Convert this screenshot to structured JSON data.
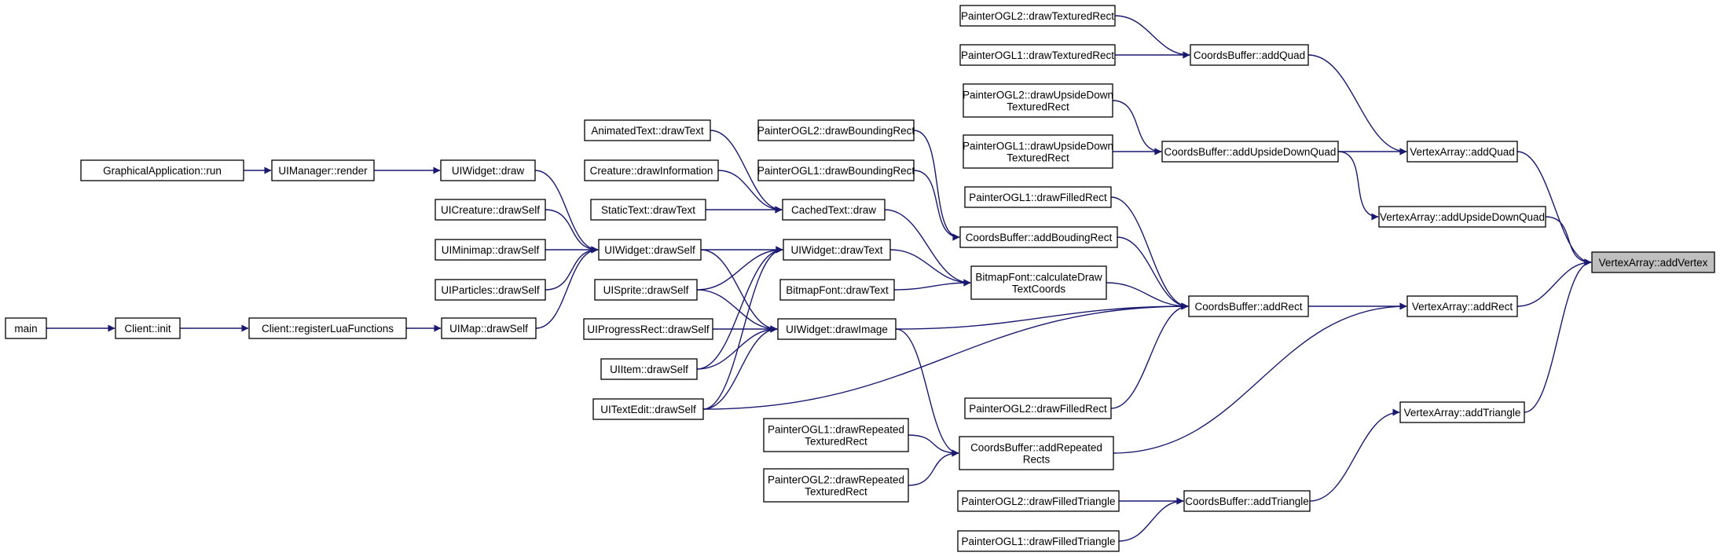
{
  "graph": {
    "colors": {
      "edge": "#191970",
      "node_border": "#000000",
      "highlight_fill": "#bfbfbf"
    },
    "nodes": {
      "main": [
        "main"
      ],
      "client_init": [
        "Client::init"
      ],
      "client_register": [
        "Client::registerLuaFunctions"
      ],
      "uimap_drawself": [
        "UIMap::drawSelf"
      ],
      "graphicalapp_run": [
        "GraphicalApplication::run"
      ],
      "uimanager_render": [
        "UIManager::render"
      ],
      "uiwidget_draw": [
        "UIWidget::draw"
      ],
      "uicreature_drawself": [
        "UICreature::drawSelf"
      ],
      "uiminimap_drawself": [
        "UIMinimap::drawSelf"
      ],
      "uiparticles_drawself": [
        "UIParticles::drawSelf"
      ],
      "uiwidget_drawself": [
        "UIWidget::drawSelf"
      ],
      "uisprite_drawself": [
        "UISprite::drawSelf"
      ],
      "uiprogressrect_drawself": [
        "UIProgressRect::drawSelf"
      ],
      "uiitem_drawself": [
        "UIItem::drawSelf"
      ],
      "uitextedit_drawself": [
        "UITextEdit::drawSelf"
      ],
      "animatedtext_drawtext": [
        "AnimatedText::drawText"
      ],
      "creature_drawinfo": [
        "Creature::drawInformation"
      ],
      "statictext_drawtext": [
        "StaticText::drawText"
      ],
      "uiwidget_drawtext": [
        "UIWidget::drawText"
      ],
      "bitmapfont_drawtext": [
        "BitmapFont::drawText"
      ],
      "uiwidget_drawimage": [
        "UIWidget::drawImage"
      ],
      "cachedtext_draw": [
        "CachedText::draw"
      ],
      "ogl2_drawboundingrect": [
        "PainterOGL2::drawBoundingRect"
      ],
      "ogl1_drawboundingrect": [
        "PainterOGL1::drawBoundingRect"
      ],
      "ogl1_drawrepeated": [
        "PainterOGL1::drawRepeated",
        "TexturedRect"
      ],
      "ogl2_drawrepeated": [
        "PainterOGL2::drawRepeated",
        "TexturedRect"
      ],
      "ogl2_drawtexturedrect": [
        "PainterOGL2::drawTexturedRect"
      ],
      "ogl1_drawtexturedrect": [
        "PainterOGL1::drawTexturedRect"
      ],
      "ogl2_drawupsidedown": [
        "PainterOGL2::drawUpsideDown",
        "TexturedRect"
      ],
      "ogl1_drawupsidedown": [
        "PainterOGL1::drawUpsideDown",
        "TexturedRect"
      ],
      "ogl1_drawfilledrect": [
        "PainterOGL1::drawFilledRect"
      ],
      "coordsbuffer_addboudingrect": [
        "CoordsBuffer::addBoudingRect"
      ],
      "bitmapfont_calculate": [
        "BitmapFont::calculateDraw",
        "TextCoords"
      ],
      "ogl2_drawfilledrect": [
        "PainterOGL2::drawFilledRect"
      ],
      "coordsbuffer_addrepeatedrects": [
        "CoordsBuffer::addRepeated",
        "Rects"
      ],
      "ogl2_drawfilledtriangle": [
        "PainterOGL2::drawFilledTriangle"
      ],
      "ogl1_drawfilledtriangle": [
        "PainterOGL1::drawFilledTriangle"
      ],
      "coordsbuffer_addquad": [
        "CoordsBuffer::addQuad"
      ],
      "coordsbuffer_addupsidedownquad": [
        "CoordsBuffer::addUpsideDownQuad"
      ],
      "coordsbuffer_addrect": [
        "CoordsBuffer::addRect"
      ],
      "coordsbuffer_addtriangle": [
        "CoordsBuffer::addTriangle"
      ],
      "vertexarray_addquad": [
        "VertexArray::addQuad"
      ],
      "vertexarray_addupsidedownquad": [
        "VertexArray::addUpsideDownQuad"
      ],
      "vertexarray_addrect": [
        "VertexArray::addRect"
      ],
      "vertexarray_addtriangle": [
        "VertexArray::addTriangle"
      ],
      "vertexarray_addvertex": [
        "VertexArray::addVertex"
      ]
    },
    "edges": [
      [
        "main",
        "client_init"
      ],
      [
        "client_init",
        "client_register"
      ],
      [
        "client_register",
        "uimap_drawself"
      ],
      [
        "graphicalapp_run",
        "uimanager_render"
      ],
      [
        "uimanager_render",
        "uiwidget_draw"
      ],
      [
        "uiwidget_draw",
        "uiwidget_drawself"
      ],
      [
        "uicreature_drawself",
        "uiwidget_drawself"
      ],
      [
        "uiminimap_drawself",
        "uiwidget_drawself"
      ],
      [
        "uiparticles_drawself",
        "uiwidget_drawself"
      ],
      [
        "uimap_drawself",
        "uiwidget_drawself"
      ],
      [
        "uiwidget_drawself",
        "uiwidget_drawtext"
      ],
      [
        "uiwidget_drawself",
        "uiwidget_drawimage"
      ],
      [
        "uisprite_drawself",
        "uiwidget_drawtext"
      ],
      [
        "uisprite_drawself",
        "uiwidget_drawimage"
      ],
      [
        "uiprogressrect_drawself",
        "uiwidget_drawimage"
      ],
      [
        "uiitem_drawself",
        "uiwidget_drawtext"
      ],
      [
        "uiitem_drawself",
        "uiwidget_drawimage"
      ],
      [
        "uitextedit_drawself",
        "uiwidget_drawtext"
      ],
      [
        "uitextedit_drawself",
        "uiwidget_drawimage"
      ],
      [
        "uitextedit_drawself",
        "coordsbuffer_addrect"
      ],
      [
        "animatedtext_drawtext",
        "cachedtext_draw"
      ],
      [
        "creature_drawinfo",
        "cachedtext_draw"
      ],
      [
        "statictext_drawtext",
        "cachedtext_draw"
      ],
      [
        "cachedtext_draw",
        "bitmapfont_calculate"
      ],
      [
        "uiwidget_drawtext",
        "bitmapfont_calculate"
      ],
      [
        "bitmapfont_drawtext",
        "bitmapfont_calculate"
      ],
      [
        "uiwidget_drawimage",
        "coordsbuffer_addrect"
      ],
      [
        "uiwidget_drawimage",
        "coordsbuffer_addrepeatedrects"
      ],
      [
        "ogl2_drawboundingrect",
        "coordsbuffer_addboudingrect"
      ],
      [
        "ogl1_drawboundingrect",
        "coordsbuffer_addboudingrect"
      ],
      [
        "ogl1_drawrepeated",
        "coordsbuffer_addrepeatedrects"
      ],
      [
        "ogl2_drawrepeated",
        "coordsbuffer_addrepeatedrects"
      ],
      [
        "ogl2_drawtexturedrect",
        "coordsbuffer_addquad"
      ],
      [
        "ogl1_drawtexturedrect",
        "coordsbuffer_addquad"
      ],
      [
        "ogl2_drawupsidedown",
        "coordsbuffer_addupsidedownquad"
      ],
      [
        "ogl1_drawupsidedown",
        "coordsbuffer_addupsidedownquad"
      ],
      [
        "ogl1_drawfilledrect",
        "coordsbuffer_addrect"
      ],
      [
        "coordsbuffer_addboudingrect",
        "coordsbuffer_addrect"
      ],
      [
        "bitmapfont_calculate",
        "coordsbuffer_addrect"
      ],
      [
        "ogl2_drawfilledrect",
        "coordsbuffer_addrect"
      ],
      [
        "coordsbuffer_addrepeatedrects",
        "vertexarray_addrect"
      ],
      [
        "ogl2_drawfilledtriangle",
        "coordsbuffer_addtriangle"
      ],
      [
        "ogl1_drawfilledtriangle",
        "coordsbuffer_addtriangle"
      ],
      [
        "coordsbuffer_addquad",
        "vertexarray_addquad"
      ],
      [
        "coordsbuffer_addupsidedownquad",
        "vertexarray_addquad"
      ],
      [
        "coordsbuffer_addupsidedownquad",
        "vertexarray_addupsidedownquad"
      ],
      [
        "coordsbuffer_addrect",
        "vertexarray_addrect"
      ],
      [
        "coordsbuffer_addtriangle",
        "vertexarray_addtriangle"
      ],
      [
        "vertexarray_addquad",
        "vertexarray_addvertex"
      ],
      [
        "vertexarray_addupsidedownquad",
        "vertexarray_addvertex"
      ],
      [
        "vertexarray_addrect",
        "vertexarray_addvertex"
      ],
      [
        "vertexarray_addtriangle",
        "vertexarray_addvertex"
      ]
    ]
  }
}
